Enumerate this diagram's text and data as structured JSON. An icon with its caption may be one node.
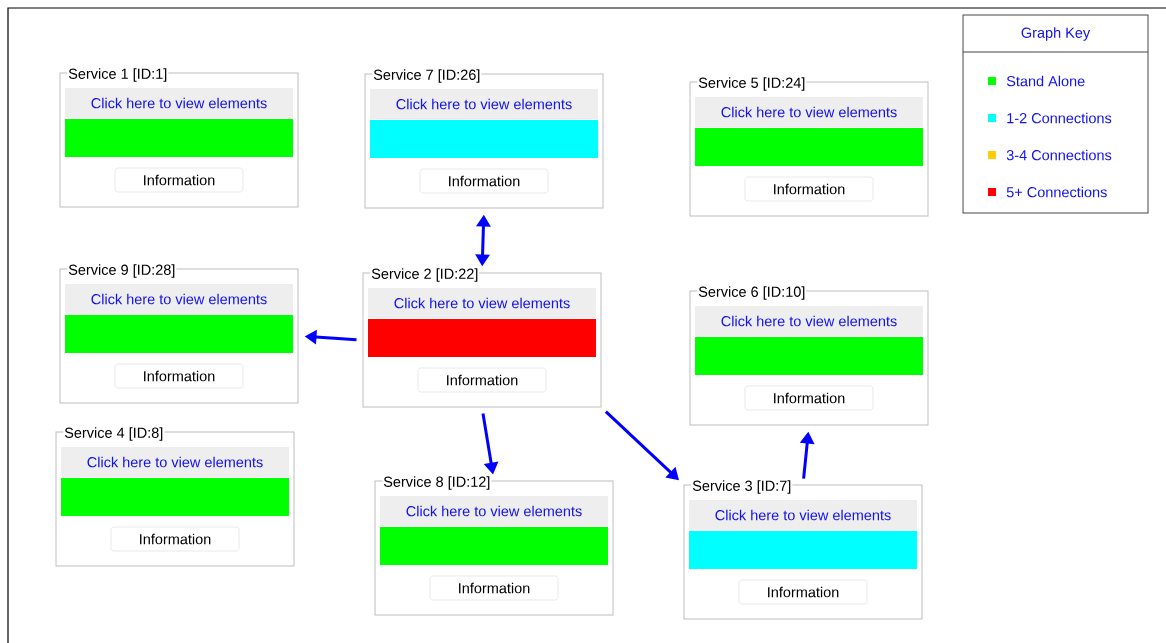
{
  "diagram": {
    "nodes": [
      {
        "text": [
          "Service 1 [ID:1]",
          "Click here to view elements",
          "Information"
        ]
      },
      {
        "text": [
          "Service 7 [ID:26]",
          "Click here to view elements",
          "Information"
        ]
      },
      {
        "text": [
          "Service 5 [ID:24]",
          "Click here to view elements",
          "Information"
        ]
      },
      {
        "text": [
          "Service 9 [ID:28]",
          "Click here to view elements",
          "Information"
        ]
      },
      {
        "text": [
          "Service 2 [ID:22]",
          "Click here to view elements",
          "Information"
        ]
      },
      {
        "text": [
          "Service 6 [ID:10]",
          "Click here to view elements",
          "Information"
        ]
      },
      {
        "text": [
          "Service 4 [ID:8]",
          "Click here to view elements",
          "Information"
        ]
      },
      {
        "text": [
          "Service 8 [ID:12]",
          "Click here to view elements",
          "Information"
        ]
      },
      {
        "text": [
          "Service 3 [ID:7]",
          "Click here to view elements",
          "Information"
        ]
      }
    ],
    "edges": [
      {
        "from": 4,
        "to": 1,
        "arrow": "both"
      },
      {
        "from": 4,
        "to": 3,
        "arrow": "to"
      },
      {
        "from": 4,
        "to": 7,
        "arrow": "to"
      },
      {
        "from": 4,
        "to": 8,
        "arrow": "to"
      },
      {
        "from": 8,
        "to": 5,
        "arrow": "to"
      }
    ],
    "labels": [
      "Graph Key"
    ],
    "legend": [
      {
        "text": "Stand Alone",
        "color": "#00ff00"
      },
      {
        "text": "1-2 Connections",
        "color": "#00ffff"
      },
      {
        "text": "3-4 Connections",
        "color": "#ffcc00"
      },
      {
        "text": "5+ Connections",
        "color": "#ff0000"
      }
    ]
  }
}
